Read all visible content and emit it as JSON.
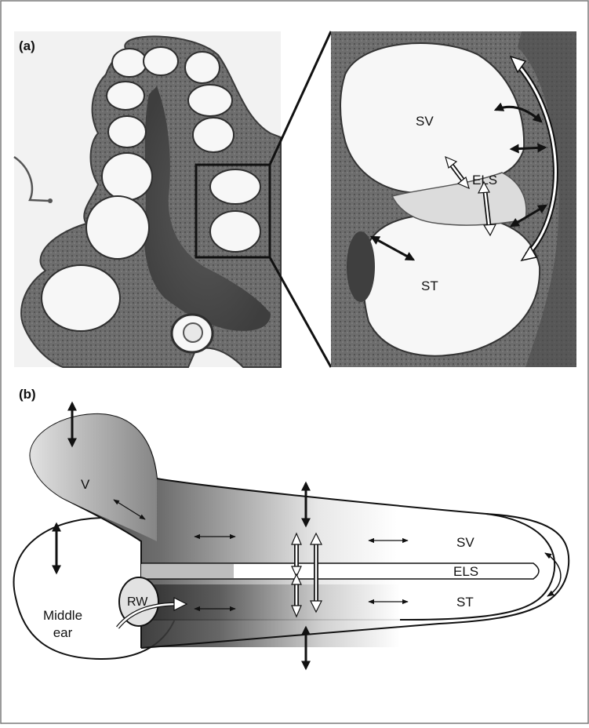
{
  "figure": {
    "panel_a": {
      "label": "(a)",
      "zoom_labels": {
        "sv": "SV",
        "els": "ELS",
        "st": "ST"
      }
    },
    "panel_b": {
      "label": "(b)",
      "labels": {
        "v": "V",
        "sv": "SV",
        "els": "ELS",
        "st": "ST",
        "rw": "RW",
        "middle_ear_line1": "Middle",
        "middle_ear_line2": "ear"
      }
    }
  },
  "colors": {
    "frame_border": "#7a7a7a",
    "stain_dark": "#4a4a4a",
    "stain_mid": "#6a6a6a",
    "fluid_space": "#f7f7f7",
    "gradient_dark": "#3a3a3a",
    "gradient_light": "#ffffff",
    "arrow": "#111111"
  }
}
